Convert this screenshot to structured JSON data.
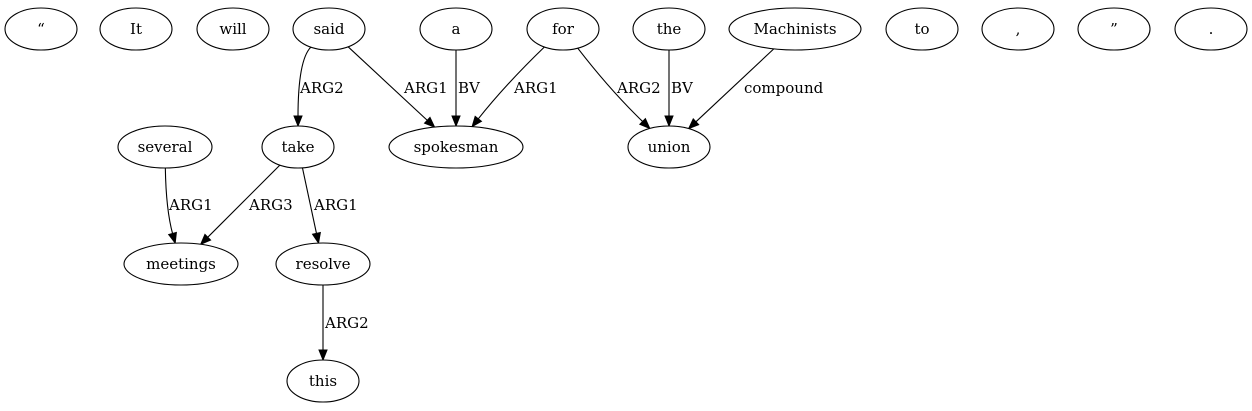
{
  "graph": {
    "nodes": [
      {
        "id": "n_lquote",
        "label": "“"
      },
      {
        "id": "n_it",
        "label": "It"
      },
      {
        "id": "n_will",
        "label": "will"
      },
      {
        "id": "n_said",
        "label": "said"
      },
      {
        "id": "n_a",
        "label": "a"
      },
      {
        "id": "n_for",
        "label": "for"
      },
      {
        "id": "n_the",
        "label": "the"
      },
      {
        "id": "n_machinists",
        "label": "Machinists"
      },
      {
        "id": "n_to",
        "label": "to"
      },
      {
        "id": "n_comma",
        "label": ","
      },
      {
        "id": "n_rquote",
        "label": "”"
      },
      {
        "id": "n_period",
        "label": "."
      },
      {
        "id": "n_several",
        "label": "several"
      },
      {
        "id": "n_take",
        "label": "take"
      },
      {
        "id": "n_spokesman",
        "label": "spokesman"
      },
      {
        "id": "n_union",
        "label": "union"
      },
      {
        "id": "n_meetings",
        "label": "meetings"
      },
      {
        "id": "n_resolve",
        "label": "resolve"
      },
      {
        "id": "n_this",
        "label": "this"
      }
    ],
    "edges": [
      {
        "from": "n_said",
        "to": "n_take",
        "label": "ARG2"
      },
      {
        "from": "n_said",
        "to": "n_spokesman",
        "label": "ARG1"
      },
      {
        "from": "n_a",
        "to": "n_spokesman",
        "label": "BV"
      },
      {
        "from": "n_for",
        "to": "n_spokesman",
        "label": "ARG1"
      },
      {
        "from": "n_for",
        "to": "n_union",
        "label": "ARG2"
      },
      {
        "from": "n_the",
        "to": "n_union",
        "label": "BV"
      },
      {
        "from": "n_machinists",
        "to": "n_union",
        "label": "compound"
      },
      {
        "from": "n_several",
        "to": "n_meetings",
        "label": "ARG1"
      },
      {
        "from": "n_take",
        "to": "n_meetings",
        "label": "ARG3"
      },
      {
        "from": "n_take",
        "to": "n_resolve",
        "label": "ARG1"
      },
      {
        "from": "n_resolve",
        "to": "n_this",
        "label": "ARG2"
      }
    ]
  }
}
